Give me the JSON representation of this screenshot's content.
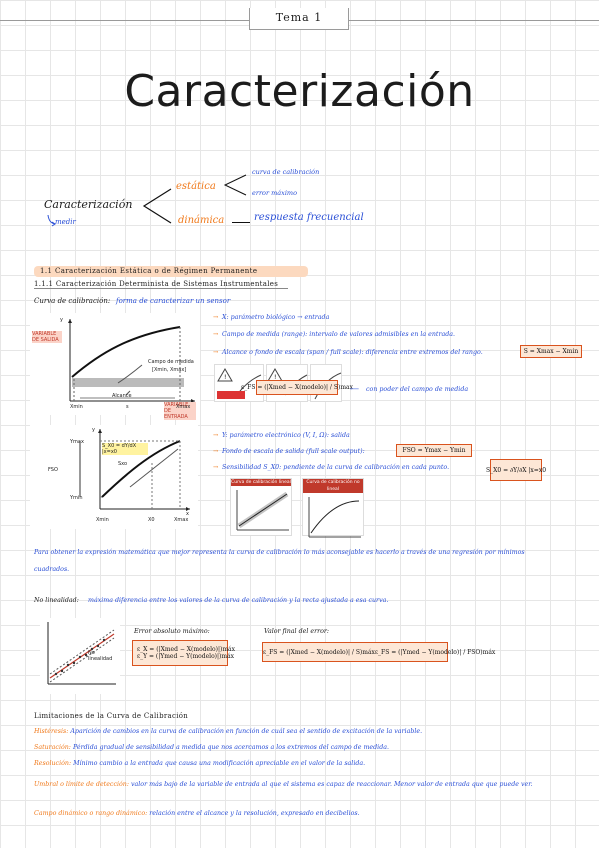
{
  "header": {
    "tab_label": "Tema 1"
  },
  "title": "Caracterización",
  "mindmap": {
    "root": "Caracterización",
    "root_sub": "medir",
    "estatica": "estática",
    "estatica_items": [
      "curva de calibración",
      "error máximo"
    ],
    "dinamica": "dinámica",
    "dinamica_items": [
      "respuesta frecuencial"
    ]
  },
  "section_1_1": "1.1 Caracterización Estática o de Régimen Permanente",
  "section_1_1_1": "1.1.1 Caracterización Determinista de Sistemas Instrumentales",
  "curva": {
    "label": "Curva de calibración:",
    "desc": "forma de caracterizar un sensor",
    "fig1": {
      "y": "y",
      "x": "x",
      "var_salida": "VARIABLE DE SALIDA",
      "var_entrada": "VARIABLE DE ENTRADA",
      "campo": "Campo de medida",
      "campo_range": "[Xmin, Xmax]",
      "alcance": "Alcance",
      "xmin": "Xmin",
      "xmax": "Xmax",
      "s": "s"
    },
    "bullets_x": [
      "X: parámetro biológico → entrada",
      "Campo de medida (range): intervalo de valores admisibles en la entrada.",
      "Alcance o fondo de escala (span / full scale): diferencia entre extremos del rango."
    ],
    "span_formula": "S = Xmax − Xmin",
    "exactitud_formula": "ε_FS = (|Xmed − X(modelo)| / S)max",
    "exactitud_note": "con poder del campo de medida",
    "fig2": {
      "y": "y",
      "x": "x",
      "ymax": "Ymax",
      "ymin": "Ymin",
      "fso": "FSO",
      "sxo": "Sxo",
      "xmin": "Xmin",
      "x0": "X0",
      "xmax": "Xmax",
      "deriv": "S_X0 = dY/dX |x=x0"
    },
    "bullets_y": [
      "Y: parámetro electrónico (V, I, Ω): salida",
      "Fondo de escala de salida (full scale output):",
      "Sensibilidad S_X0: pendiente de la curva de calibración en cada punto."
    ],
    "fso_formula": "FSO = Ymax − Ymin",
    "sens_formula": "S_X0 = ∂Y/∂X |x=x0",
    "mini_tables": [
      "Curva de calibración lineal",
      "Curva de calibración no lineal"
    ]
  },
  "regression_text": "Para obtener la expresión matemática que mejor representa la curva de calibración lo más aconsejable es hacerlo a través de una regresión por mínimos cuadrados.",
  "no_linealidad": {
    "label": "No linealidad:",
    "desc": "máxima diferencia entre los valores de la curva de calibración y la recta ajustada a esa curva.",
    "fig_legend": "No linealidad",
    "error_abs_label": "Error absoluto máximo:",
    "error_abs_x": "ε_X = (|Xmed − X(modelo)|)máx",
    "error_abs_y": "ε_Y = (|Ymed − Y(modelo)|)máx",
    "valor_final_label": "Valor final del error:",
    "valor_final_x": "ε_FS = (|Xmed − X(modelo)| / S)máx",
    "valor_final_y": "ε_FS = (|Ymed − Y(modelo)| / FSO)máx"
  },
  "limitaciones": {
    "heading": "Limitaciones de la Curva de Calibración",
    "items": [
      {
        "term": "Histéresis:",
        "text": "Aparición de cambios en la curva de calibración en función de cuál sea el sentido de excitación de la variable."
      },
      {
        "term": "Saturación:",
        "text": "Pérdida gradual de sensibilidad a medida que nos acercamos a los extremos del campo de medida."
      },
      {
        "term": "Resolución:",
        "text": "Mínimo cambio a la entrada que causa una modificación apreciable en el valor de la salida."
      },
      {
        "term": "Umbral o límite de detección:",
        "text": "valor más bajo de la variable de entrada al que el sistema es capaz de reaccionar. Menor valor de entrada que que puede ver."
      },
      {
        "term": "Campo dinámico o rango dinámico:",
        "text": "relación entre el alcance y la resolución, expresado en decibelios."
      }
    ]
  },
  "colors": {
    "blue": "#2a4fd6",
    "orange": "#f07a1c",
    "section_bg": "#fcd9bf",
    "box_border": "#d9531e"
  }
}
